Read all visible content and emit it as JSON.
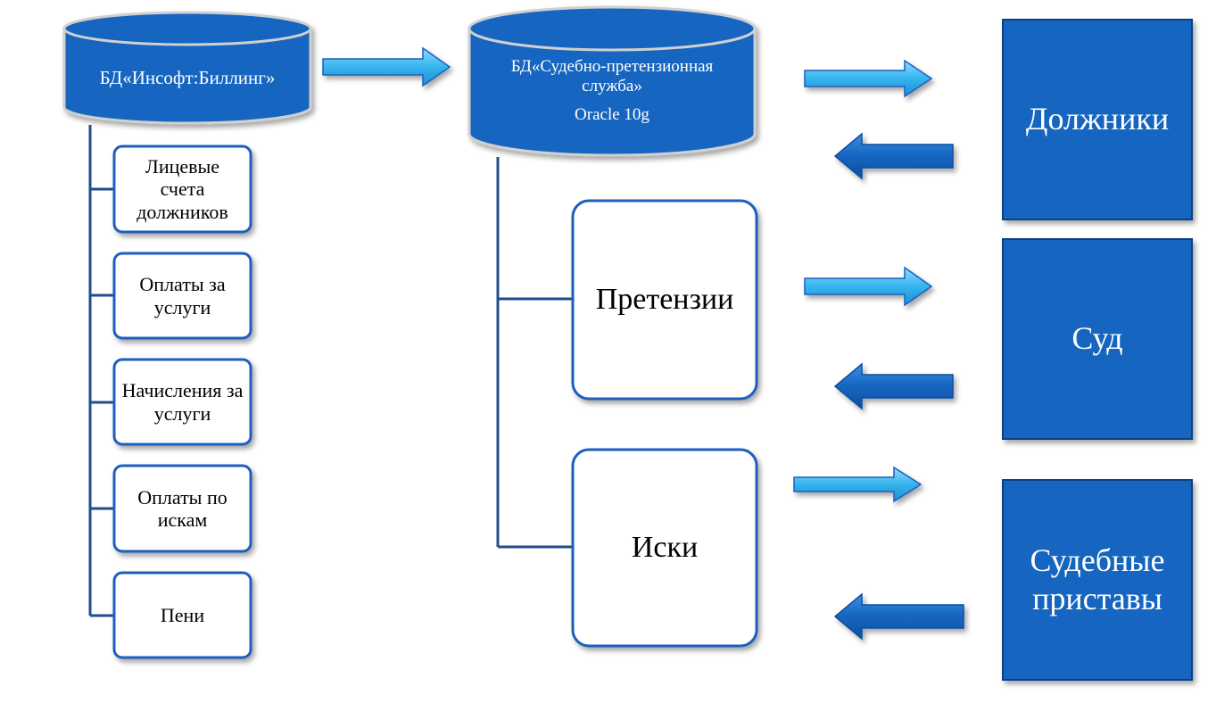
{
  "billing_db": {
    "label": "БД«Инсофт:Биллинг»"
  },
  "billing_items": [
    {
      "label": "Лицевые счета должников"
    },
    {
      "label": "Оплаты за услуги"
    },
    {
      "label": "Начисления за услуги"
    },
    {
      "label": "Оплаты по искам"
    },
    {
      "label": "Пени"
    }
  ],
  "legal_db": {
    "label": "БД«Судебно-претензионная служба»",
    "sub_label": "Oracle 10g"
  },
  "legal_items": [
    {
      "label": "Претензии"
    },
    {
      "label": "Иски"
    }
  ],
  "entities": [
    {
      "label": "Должники"
    },
    {
      "label": "Суд"
    },
    {
      "label": "Судебные приставы"
    }
  ],
  "colors": {
    "db_fill": "#1565c0",
    "db_edge": "#d0d0d0",
    "box_border": "#1f5fbf",
    "connector": "#1f4e8c",
    "entity_fill": "#1565c0",
    "arrow_light": "#35b4ee",
    "arrow_dark": "#1565c0"
  }
}
